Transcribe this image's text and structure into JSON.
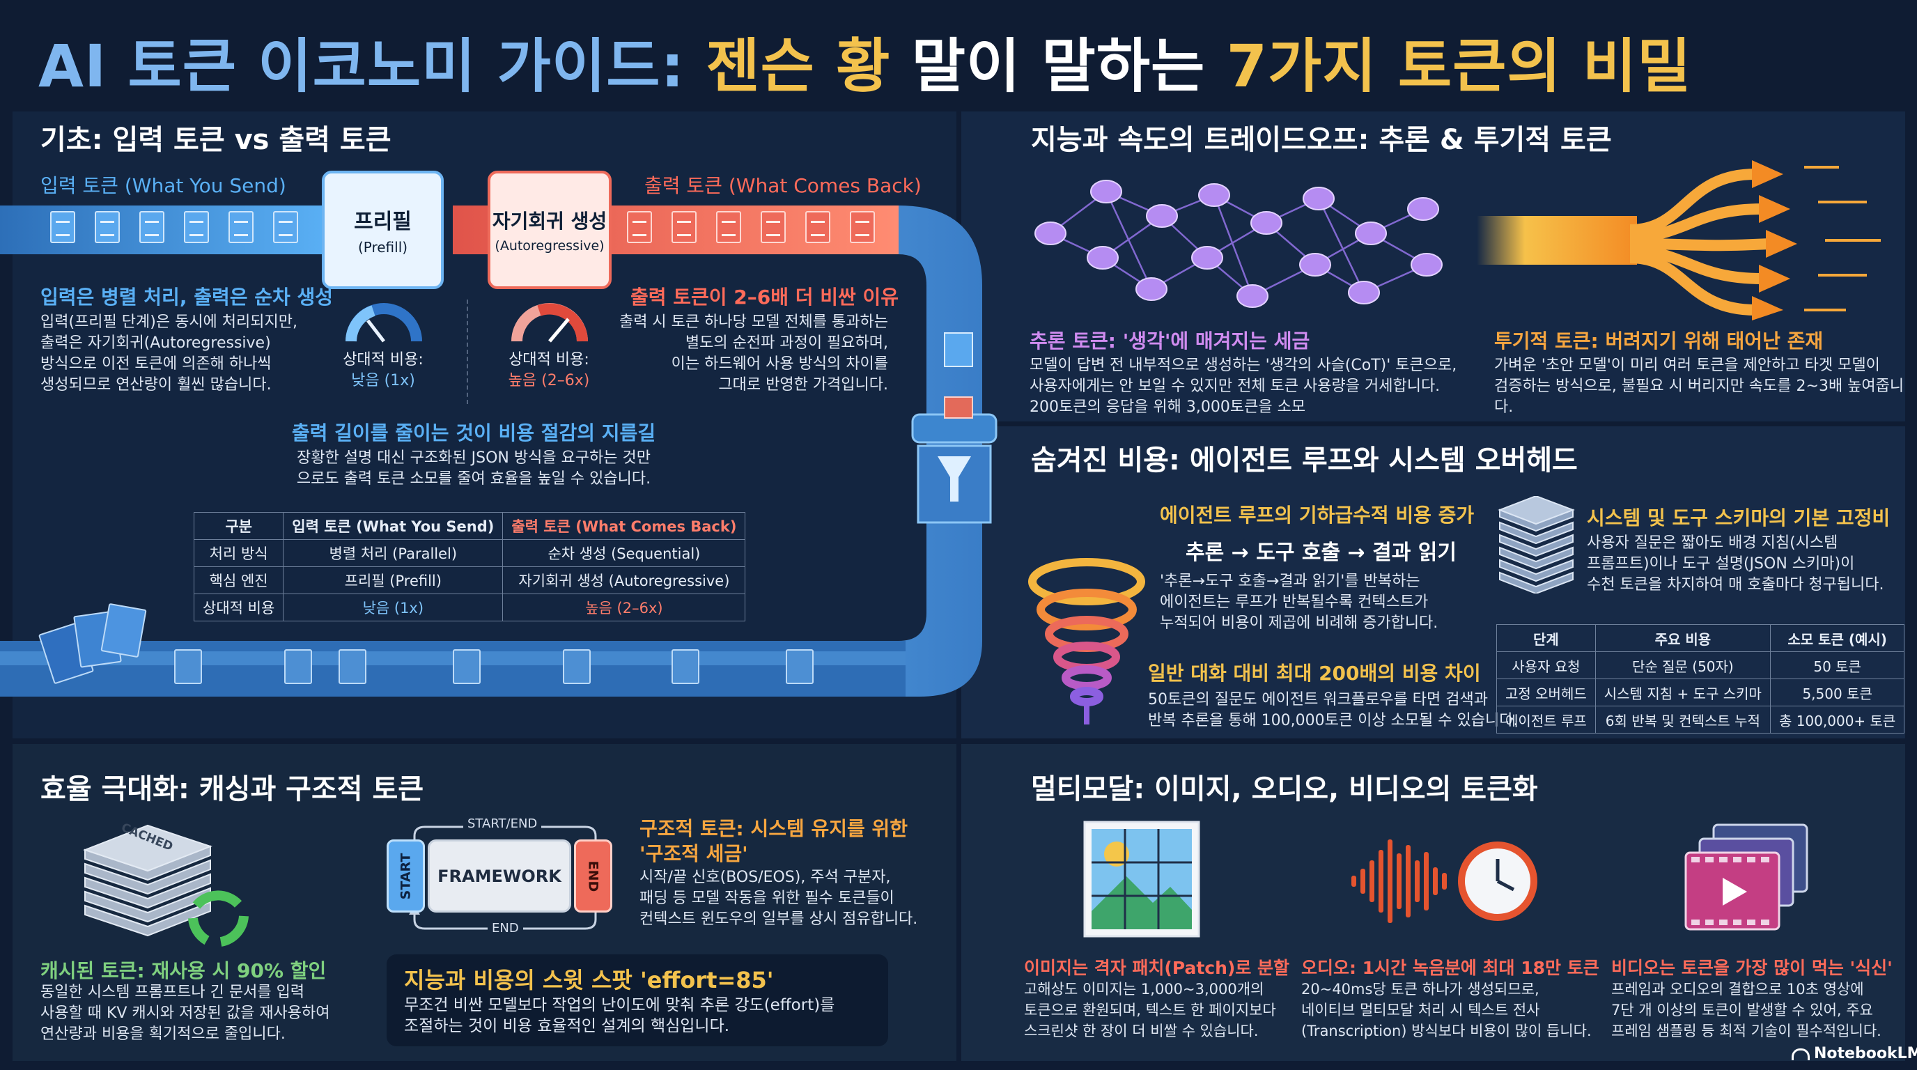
{
  "title": {
    "part1": "AI 토큰 이코노미 가이드: ",
    "part2": "젠슨 황",
    "part3": " 말이 말하는 ",
    "part4": "7가지 토큰의 비밀"
  },
  "basics": {
    "heading": "기초: 입력 토큰 vs 출력 토큰",
    "input_label": "입력 토큰 (What You Send)",
    "output_label": "출력 토큰 (What Comes Back)",
    "prefill_title": "프리필",
    "prefill_sub": "(Prefill)",
    "auto_title": "자기회귀 생성",
    "auto_sub": "(Autoregressive)",
    "gauge_low_label": "상대적 비용:",
    "gauge_low_value": "낮음 (1x)",
    "gauge_high_label": "상대적 비용:",
    "gauge_high_value": "높음 (2–6x)",
    "left_heading": "입력은 병렬 처리, 출력은 순차 생성",
    "left_body": "입력(프리필 단계)은 동시에 처리되지만,\n출력은 자기회귀(Autoregressive)\n방식으로 이전 토큰에 의존해 하나씩\n생성되므로 연산량이 훨씬 많습니다.",
    "right_heading": "출력 토큰이 2–6배 더 비싼 이유",
    "right_body": "출력 시 토큰 하나당 모델 전체를 통과하는\n별도의 순전파 과정이 필요하며,\n이는 하드웨어 사용 방식의 차이를\n그대로 반영한 가격입니다.",
    "tip_heading": "출력 길이를 줄이는 것이 비용 절감의 지름길",
    "tip_body": "장황한 설명 대신 구조화된 JSON 방식을 요구하는 것만\n으로도 출력 토큰 소모를 줄여 효율을 높일 수 있습니다.",
    "table": {
      "headers": [
        "구분",
        "입력 토큰 (What You Send)",
        "출력 토큰 (What Comes Back)"
      ],
      "rows": [
        [
          "처리 방식",
          "병렬 처리 (Parallel)",
          "순차 생성 (Sequential)"
        ],
        [
          "핵심 엔진",
          "프리필 (Prefill)",
          "자기회귀 생성 (Autoregressive)"
        ],
        [
          "상대적 비용",
          "낮음 (1x)",
          "높음 (2–6x)"
        ]
      ]
    }
  },
  "reasoning": {
    "heading": "지능과 속도의 트레이드오프: 추론 & 투기적 토큰",
    "left_heading": "추론 토큰: '생각'에 매겨지는 세금",
    "left_body": "모델이 답변 전 내부적으로 생성하는 '생각의 사슬(CoT)' 토큰으로,\n사용자에게는 안 보일 수 있지만 전체 토큰 사용량을 거세합니다.\n200토큰의 응답을 위해 3,000토큰을 소모",
    "right_heading": "투기적 토큰: 버려지기 위해 태어난 존재",
    "right_body": "가벼운 '초안 모델'이 미리 여러 토큰을 제안하고 타겟 모델이\n검증하는 방식으로, 불필요 시 버리지만 속도를 2~3배 높여줍니다."
  },
  "hidden": {
    "heading": "숨겨진 비용: 에이전트 루프와 시스템 오버헤드",
    "loop_heading": "에이전트 루프의 기하급수적 비용 증가",
    "loop_flow": "추론 → 도구 호출 → 결과 읽기",
    "loop_body": "'추론→도구 호출→결과 읽기'를 반복하는\n에이전트는 루프가 반복될수록 컨텍스트가\n누적되어 비용이 제곱에 비례해 증가합니다.",
    "diff_heading": "일반 대화 대비 최대 200배의 비용 차이",
    "diff_body": "50토큰의 질문도 에이전트 워크플로우를 타면 검색과\n반복 추론을 통해 100,000토큰 이상 소모될 수 있습니다.",
    "sys_heading": "시스템 및 도구 스키마의 기본 고정비",
    "sys_body": "사용자 질문은 짧아도 배경 지침(시스템\n프롬프트)이나 도구 설명(JSON 스키마)이\n수천 토큰을 차지하여 매 호출마다 청구됩니다.",
    "table": {
      "headers": [
        "단계",
        "주요 비용",
        "소모 토큰 (예시)"
      ],
      "rows": [
        [
          "사용자 요청",
          "단순 질문 (50자)",
          "50 토큰"
        ],
        [
          "고정 오버헤드",
          "시스템 지침 + 도구 스키마",
          "5,500 토큰"
        ],
        [
          "에이전트 루프",
          "6회 반복 및 컨텍스트 누적",
          "총 100,000+ 토큰"
        ]
      ]
    }
  },
  "caching": {
    "heading": "효율 극대화: 캐싱과 구조적 토큰",
    "cached_label": "CACHED",
    "cached_heading": "캐시된 토큰: 재사용 시 90% 할인",
    "cached_body": "동일한 시스템 프롬프트나 긴 문서를 입력\n사용할 때 KV 캐시와 저장된 값을 재사용하여\n연산량과 비용을 획기적으로 줄입니다.",
    "start_end": "START/END",
    "framework": "FRAMEWORK",
    "start": "START",
    "end_vertical": "END",
    "end_bottom": "END",
    "struct_heading": "구조적 토큰: 시스템 유지를 위한\n'구조적 세금'",
    "struct_body": "시작/끝 신호(BOS/EOS), 주석 구분자,\n패딩 등 모델 작동을 위한 필수 토큰들이\n컨텍스트 윈도우의 일부를 상시 점유합니다.",
    "effort_heading": "지능과 비용의 스윗 스팟 'effort=85'",
    "effort_body": "무조건 비싼 모델보다 작업의 난이도에 맞춰 추론 강도(effort)를\n조절하는 것이 비용 효율적인 설계의 핵심입니다."
  },
  "multimodal": {
    "heading": "멀티모달: 이미지, 오디오, 비디오의 토큰화",
    "image_heading": "이미지는 격자 패치(Patch)로 분할",
    "image_body": "고해상도 이미지는 1,000~3,000개의\n토큰으로 환원되며, 텍스트 한 페이지보다\n스크린샷 한 장이 더 비쌀 수 있습니다.",
    "audio_heading": "오디오: 1시간 녹음분에 최대 18만 토큰",
    "audio_body": "20~40ms당 토큰 하나가 생성되므로,\n네이티브 멀티모달 처리 시 텍스트 전사\n(Transcription) 방식보다 비용이 많이 듭니다.",
    "video_heading": "비디오는 토큰을 가장 많이 먹는 '식신'",
    "video_body": "프레임과 오디오의 결합으로 10초 영상에\n7단 개 이상의 토큰이 발생할 수 있어, 주요\n프레임 샘플링 등 최적 기술이 필수적입니다."
  },
  "brand": "NotebookLM",
  "colors": {
    "bg": "#0f1c33",
    "panel": "#152642",
    "blue": "#5ab0f5",
    "red": "#ff6b5a",
    "yellow": "#f3c24d",
    "orange": "#f7a640"
  }
}
